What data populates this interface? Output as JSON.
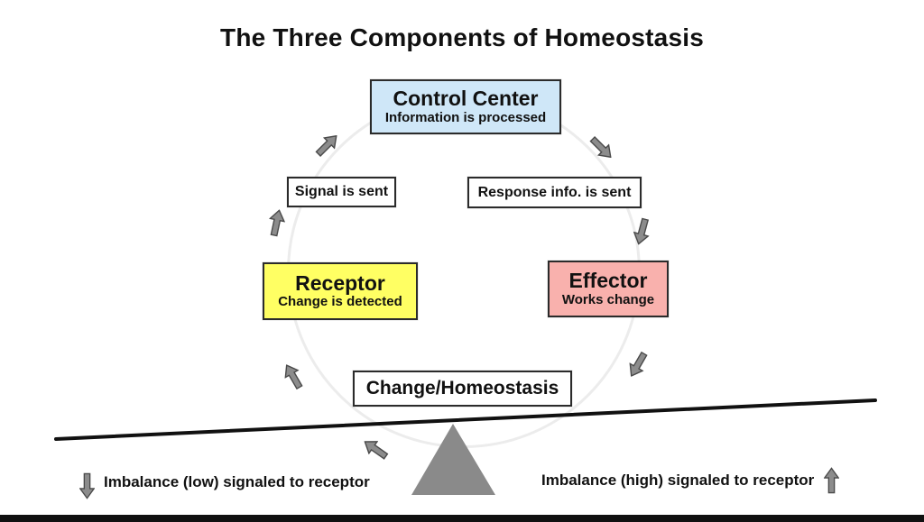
{
  "title": "The Three Components of Homeostasis",
  "diagram": {
    "nodes": {
      "control_center": {
        "title": "Control Center",
        "subtitle": "Information is processed"
      },
      "receptor": {
        "title": "Receptor",
        "subtitle": "Change is detected"
      },
      "effector": {
        "title": "Effector",
        "subtitle": "Works change"
      }
    },
    "flow_labels": {
      "signal": "Signal is sent",
      "response": "Response info. is sent",
      "change": "Change/Homeostasis"
    },
    "balance": {
      "imbalance_low": "Imbalance (low) signaled to receptor",
      "imbalance_high": "Imbalance (high) signaled to receptor"
    }
  },
  "icons": {
    "cycle": [
      "arrow-up-right-icon",
      "arrow-down-right-icon",
      "arrow-up-icon",
      "arrow-down-icon",
      "arrow-up-left-icon",
      "arrow-down-left-icon",
      "arrow-up-left-shallow-icon"
    ],
    "imbalance_low_icon": "arrow-down-icon",
    "imbalance_high_icon": "arrow-up-icon",
    "fulcrum_icon": "triangle-fulcrum-icon"
  },
  "colors": {
    "control_center_fill": "#cfe7f8",
    "receptor_fill": "#ffff63",
    "effector_fill": "#f9b1ad",
    "label_box_fill": "#ffffff",
    "box_border": "#2b2b2b",
    "arrow_fill": "#8c8c8c",
    "arrow_outline": "#4a4a4a",
    "fulcrum_fill": "#8a8a8a",
    "balance_line": "#111111",
    "cycle_circle": "#ececec"
  }
}
